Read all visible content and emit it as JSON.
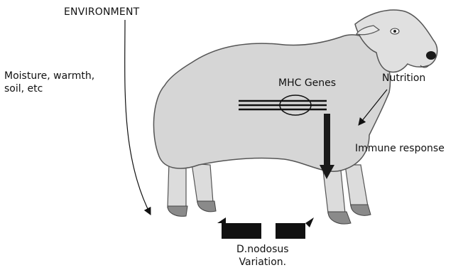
{
  "diagram": {
    "environment_label": "ENVIRONMENT",
    "environment_factors": [
      "Moisture, warmth,",
      "soil, etc"
    ],
    "nutrition_label": "Nutrition",
    "mhc_label": "MHC Genes",
    "immune_label": "Immune response",
    "pathogen_lines": [
      "D.nodosus",
      "Variation."
    ]
  },
  "colors": {
    "ink": "#111111",
    "sheep_body": "#d6d6d6",
    "sheep_outline": "#555555",
    "hoof": "#8a8a8a",
    "arrow_dark": "#1a1a1a"
  },
  "icons": [
    "sheep-illustration",
    "chromosome-icon",
    "pathogen-block-icon"
  ]
}
